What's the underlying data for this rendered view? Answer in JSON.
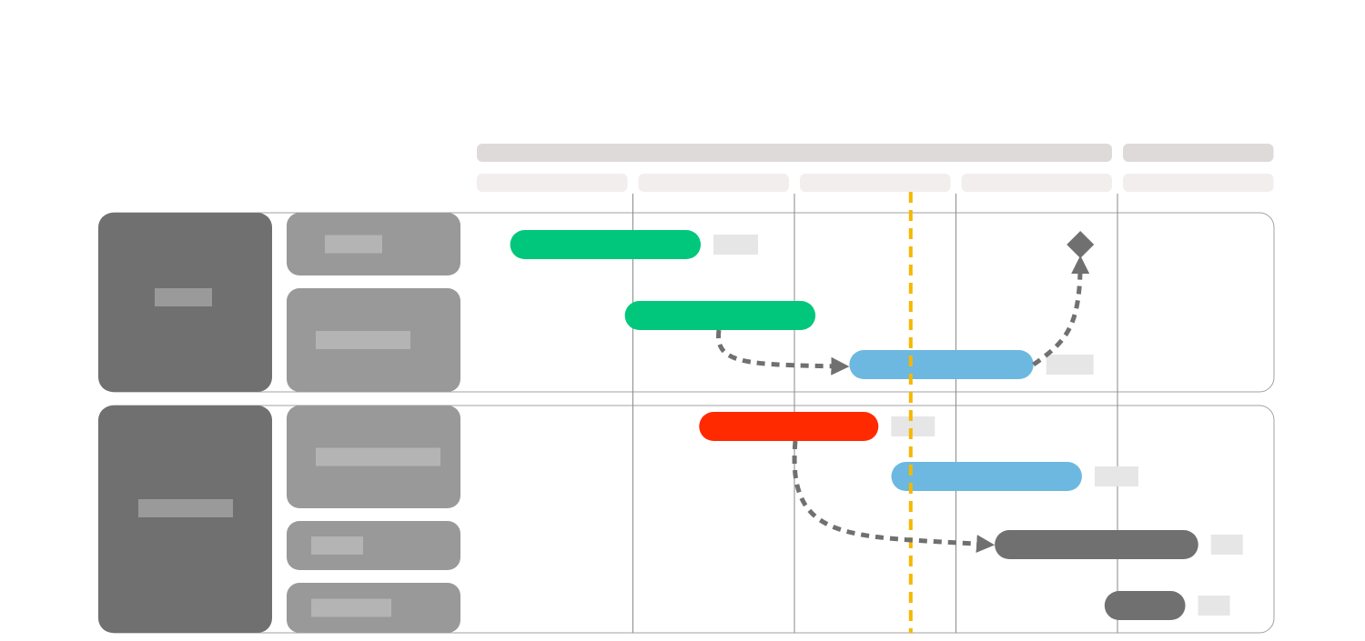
{
  "colors": {
    "background": "#ffffff",
    "header_main": "#dedada",
    "header_sub": "#f2eeee",
    "group_block": "#707070",
    "task_block": "#999999",
    "placeholder_light": "#b4b4b4",
    "placeholder_dark": "#9a9a9a",
    "label_placeholder": "#e6e6e6",
    "row_border": "#a0a0a0",
    "grid_line": "#8a8a8a",
    "today_marker": "#f5b800",
    "dependency": "#707070",
    "milestone": "#707070",
    "bar_done": "#00c77b",
    "bar_in_progress": "#6cb8e0",
    "bar_late": "#ff2a00",
    "bar_planned": "#707070"
  },
  "chart_data": {
    "type": "gantt",
    "title": "",
    "timeline": {
      "periods": 5,
      "header_levels": 2,
      "top_level_spans": [
        4,
        1
      ],
      "today_position": 2.72
    },
    "groups": [
      {
        "id": "group-1",
        "label": "",
        "tasks": [
          {
            "id": "t1",
            "label": "",
            "start": 0.24,
            "end": 1.42,
            "status": "done",
            "row_span": 1
          },
          {
            "id": "t2",
            "label": "",
            "start": 0.95,
            "end": 2.13,
            "status": "done",
            "row_span": 1.6
          },
          {
            "id": "t3",
            "label": "",
            "start": 2.34,
            "end": 3.48,
            "status": "in_progress",
            "row_span": 0
          },
          {
            "id": "m1",
            "label": "",
            "start": 3.77,
            "end": 3.77,
            "status": "milestone",
            "row_span": 0
          }
        ]
      },
      {
        "id": "group-2",
        "label": "",
        "tasks": [
          {
            "id": "t4",
            "label": "",
            "start": 1.41,
            "end": 2.52,
            "status": "late",
            "row_span": 1
          },
          {
            "id": "t5",
            "label": "",
            "start": 2.6,
            "end": 3.78,
            "status": "in_progress",
            "row_span": 1
          },
          {
            "id": "t6",
            "label": "",
            "start": 3.24,
            "end": 4.5,
            "status": "planned",
            "row_span": 1
          },
          {
            "id": "t7",
            "label": "",
            "start": 3.92,
            "end": 4.42,
            "status": "planned",
            "row_span": 1
          }
        ]
      }
    ],
    "dependencies": [
      {
        "from": "t2",
        "to": "t3"
      },
      {
        "from": "t3",
        "to": "m1"
      },
      {
        "from": "t4",
        "to": "t6"
      }
    ]
  }
}
